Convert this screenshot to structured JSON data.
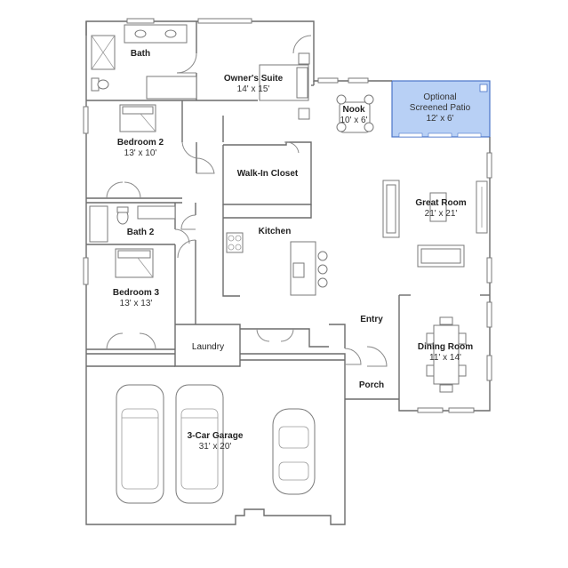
{
  "rooms": {
    "bath": {
      "name": "Bath"
    },
    "owners_suite": {
      "name": "Owner's Suite",
      "dim": "14' x 15'"
    },
    "nook": {
      "name": "Nook",
      "dim": "10' x 6'"
    },
    "patio": {
      "name1": "Optional",
      "name2": "Screened Patio",
      "dim": "12' x 6'"
    },
    "bedroom2": {
      "name": "Bedroom 2",
      "dim": "13' x 10'"
    },
    "walk_in_closet": {
      "name": "Walk-In Closet"
    },
    "great_room": {
      "name": "Great Room",
      "dim": "21' x 21'"
    },
    "bath2": {
      "name": "Bath 2"
    },
    "kitchen": {
      "name": "Kitchen"
    },
    "bedroom3": {
      "name": "Bedroom 3",
      "dim": "13' x 13'"
    },
    "entry": {
      "name": "Entry"
    },
    "laundry": {
      "name": "Laundry"
    },
    "dining_room": {
      "name": "Dining Room",
      "dim": "11' x 14'"
    },
    "porch": {
      "name": "Porch"
    },
    "garage": {
      "name": "3-Car Garage",
      "dim": "31' x 20'"
    }
  },
  "colors": {
    "patio_fill": "#b8d0f5",
    "patio_stroke": "#4a74c9",
    "walls": "#6b6b6b"
  }
}
